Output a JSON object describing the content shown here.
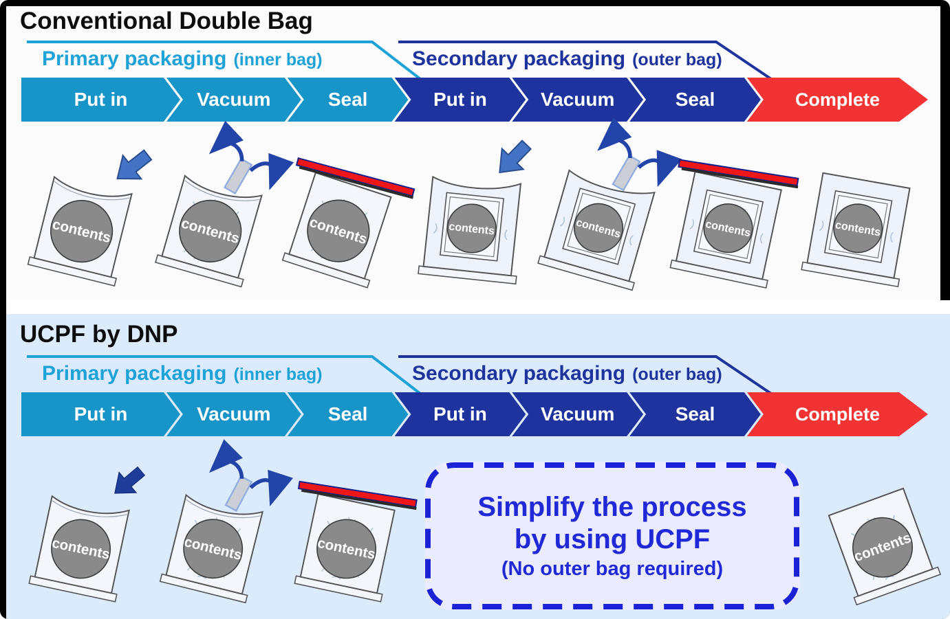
{
  "labels": {
    "contents": "contents"
  },
  "colors": {
    "primary_cyan": "#1794c8",
    "primary_cyan_text": "#1ea2d8",
    "secondary_navy": "#1e339e",
    "complete_red": "#f23333",
    "panel_top_bg": "#fbfbfb",
    "panel_bottom_bg": "#dcebfb",
    "callout_blue": "#2028d8",
    "callout_bg": "#eaebfc",
    "contents_gray": "#8a8a8a",
    "putin_arrow_blue": "#4472c4",
    "putin_arrow_navy": "#1e3d9b",
    "seal_bar_red": "#ee1616",
    "frame_black": "#000000"
  },
  "top_panel": {
    "title": "Conventional Double Bag",
    "primary_header": {
      "main": "Primary packaging",
      "sub": "(inner bag)"
    },
    "secondary_header": {
      "main": "Secondary packaging",
      "sub": "(outer bag)"
    },
    "steps": [
      "Put in",
      "Vacuum",
      "Seal",
      "Put in",
      "Vacuum",
      "Seal",
      "Complete"
    ]
  },
  "bottom_panel": {
    "title": "UCPF by DNP",
    "primary_header": {
      "main": "Primary packaging",
      "sub": "(inner bag)"
    },
    "secondary_header": {
      "main": "Secondary packaging",
      "sub": "(outer bag)"
    },
    "steps": [
      "Put in",
      "Vacuum",
      "Seal",
      "Put in",
      "Vacuum",
      "Seal",
      "Complete"
    ],
    "callout": {
      "line1": "Simplify the process",
      "line2": "by using UCPF",
      "line3": "(No outer bag required)"
    }
  }
}
